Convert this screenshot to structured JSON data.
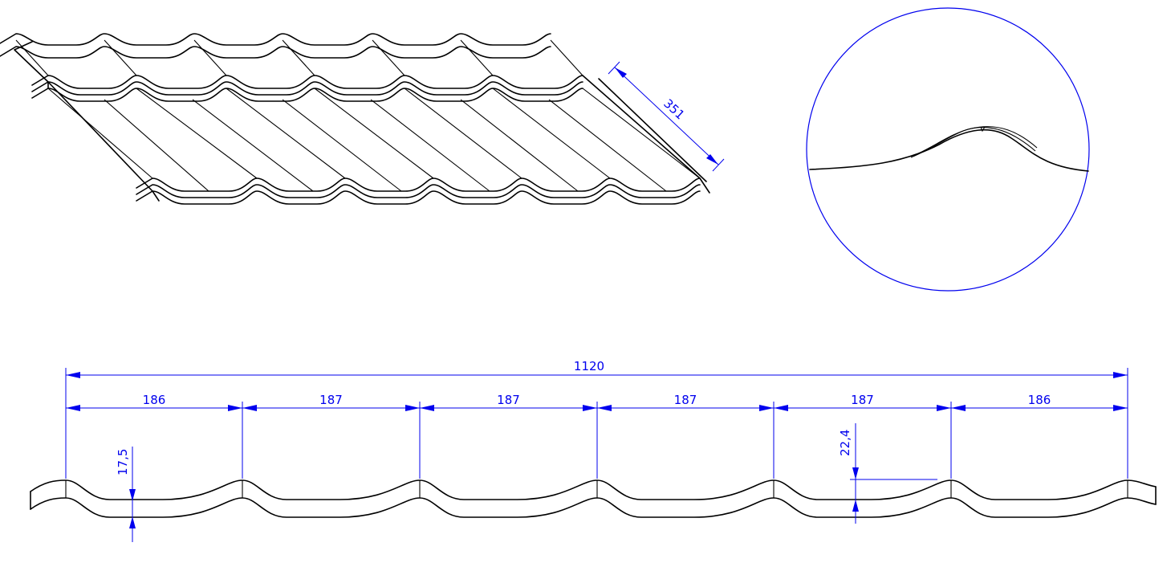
{
  "colors": {
    "outline": "#000000",
    "dimension": "#0000ee",
    "background": "#ffffff"
  },
  "dimensions": {
    "overall_width": "1120",
    "module_widths": [
      "186",
      "187",
      "187",
      "187",
      "187",
      "186"
    ],
    "wave_depth": "17,5",
    "step_height": "22,4",
    "module_length": "351"
  }
}
